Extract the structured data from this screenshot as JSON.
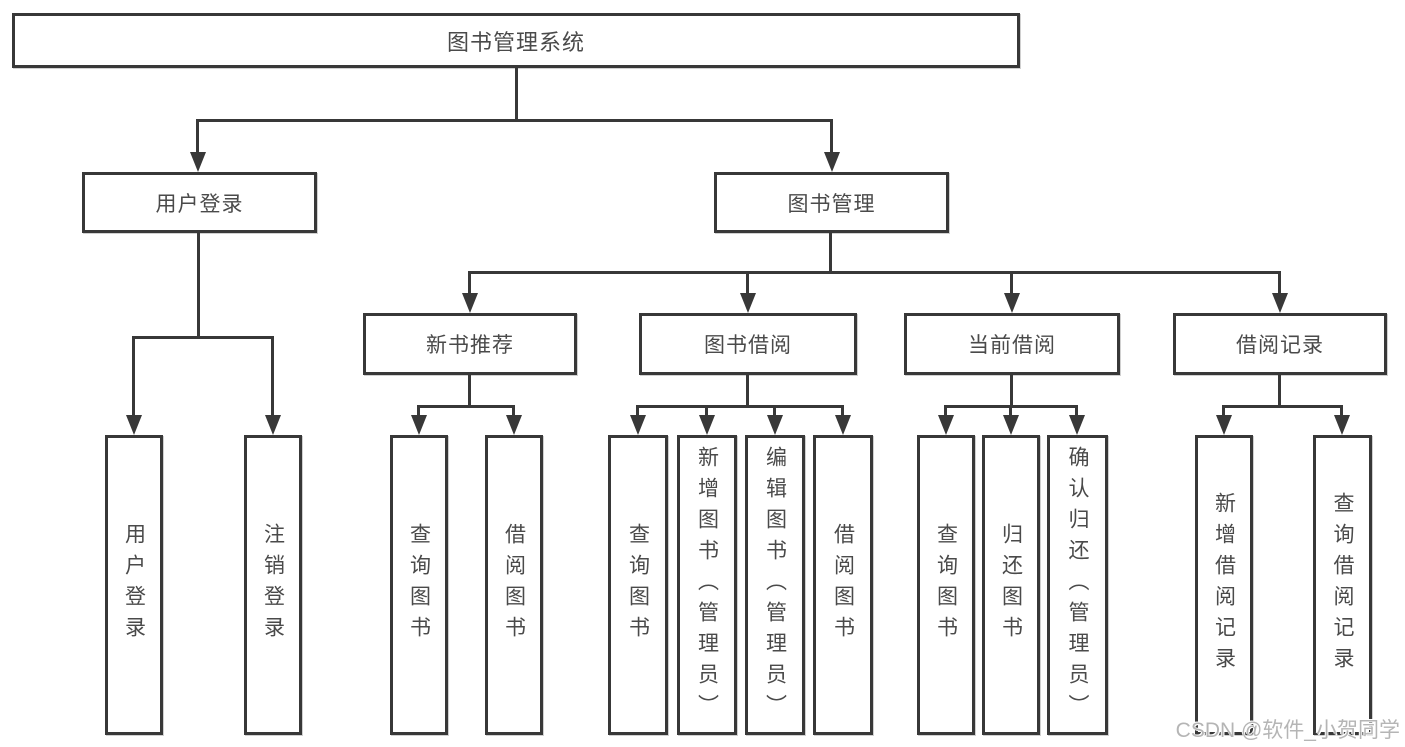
{
  "tree": {
    "root": "图书管理系统",
    "branches": [
      {
        "label": "用户登录",
        "children": [
          "用户登录",
          "注销登录"
        ]
      },
      {
        "label": "图书管理",
        "groups": [
          {
            "label": "新书推荐",
            "children": [
              "查询图书",
              "借阅图书"
            ]
          },
          {
            "label": "图书借阅",
            "children": [
              "查询图书",
              "新增图书（管理员）",
              "编辑图书（管理员）",
              "借阅图书"
            ]
          },
          {
            "label": "当前借阅",
            "children": [
              "查询图书",
              "归还图书",
              "确认归还（管理员）"
            ]
          },
          {
            "label": "借阅记录",
            "children": [
              "新增借阅记录",
              "查询借阅记录"
            ]
          }
        ]
      }
    ]
  },
  "watermark": {
    "text": "CSDN @软件_小贺同学"
  },
  "colors": {
    "background": "#ffffff",
    "line": "#383838",
    "box_background": "#ffffff",
    "text": "#4a4a4a",
    "watermark": "#b5b5b5"
  }
}
